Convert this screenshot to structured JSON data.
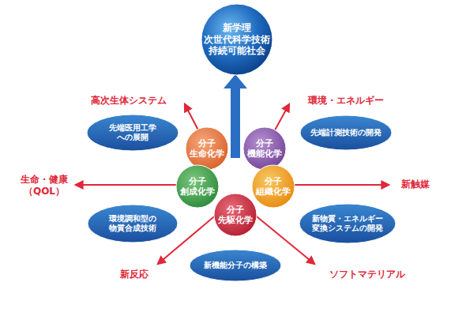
{
  "diagram": {
    "nodes": [
      {
        "text": [
          "新学理 次世代科学技術 持続可能社会"
        ]
      },
      {
        "text": [
          "先端医用工学 への展開"
        ]
      },
      {
        "text": [
          "分子 生命化学"
        ]
      },
      {
        "text": [
          "分子 機能化学"
        ]
      },
      {
        "text": [
          "先端計測技術の開発"
        ]
      },
      {
        "text": [
          "分子 創成化学"
        ]
      },
      {
        "text": [
          "分子 組織化学"
        ]
      },
      {
        "text": [
          "環境調和型の 物質合成技術"
        ]
      },
      {
        "text": [
          "分子 先駆化学"
        ]
      },
      {
        "text": [
          "新物質・エネルギー 変換システムの開発"
        ]
      },
      {
        "text": [
          "新機能分子の構築"
        ]
      }
    ],
    "labels": [
      "高次生体システム",
      "環境・エネルギー",
      "生命・健康 （QOL）",
      "新触媒",
      "新反応",
      "ソフトマテリアル"
    ]
  }
}
